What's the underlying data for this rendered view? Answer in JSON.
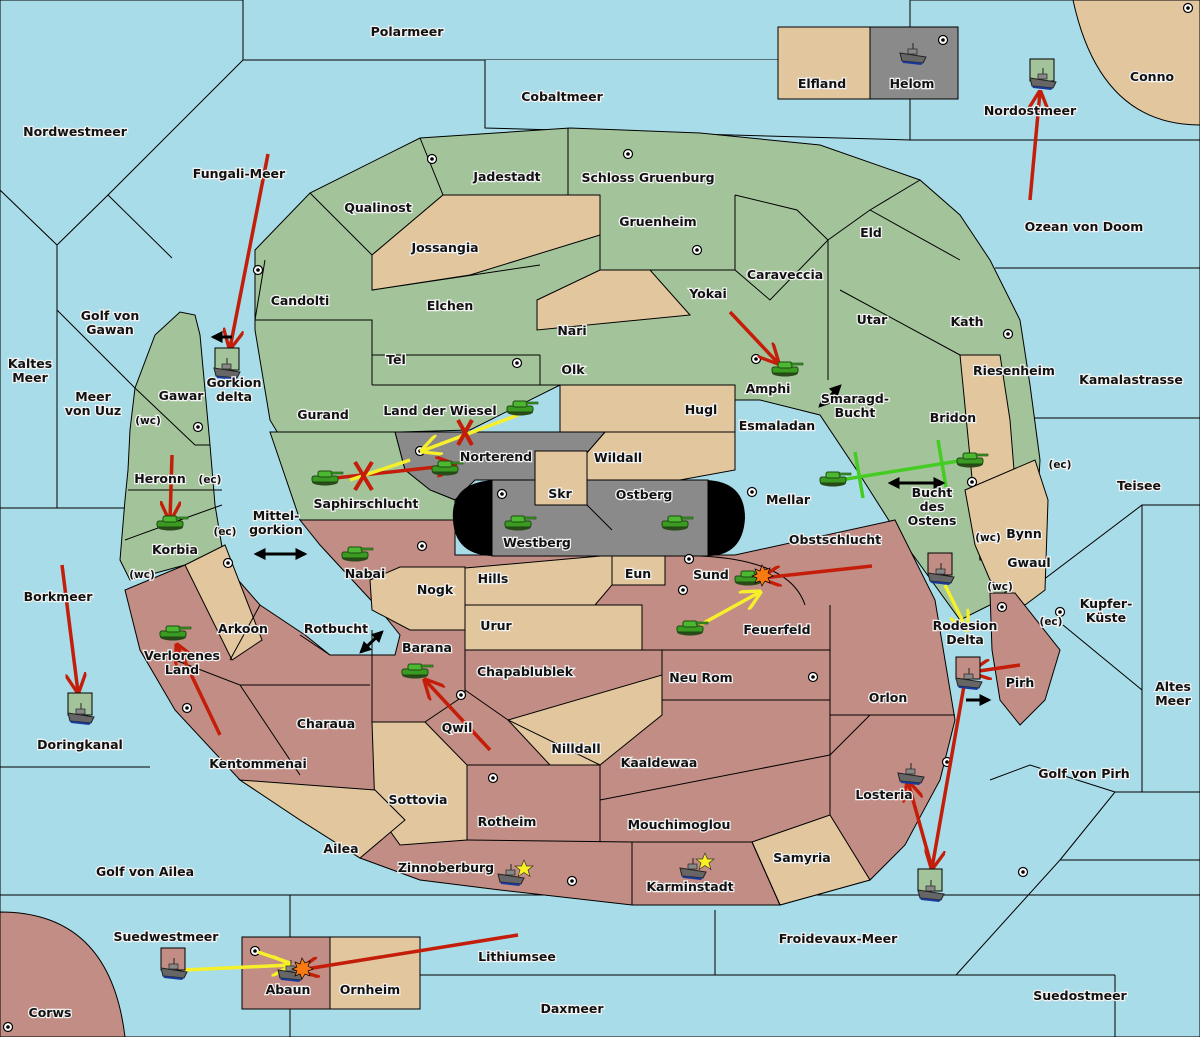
{
  "title": "Diplomacy-style game map",
  "colors": {
    "sea": "#a8dce8",
    "power_green": "#a3c49a",
    "power_red": "#c28d84",
    "neutral": "#e2c69e",
    "impassable": "#8a8a8a",
    "order_red": "#c41e0a",
    "order_yellow": "#f5f02a",
    "order_green": "#44cc22"
  },
  "seas": [
    {
      "id": "polarmeer",
      "name": "Polarmeer"
    },
    {
      "id": "cobaltmeer",
      "name": "Cobaltmeer"
    },
    {
      "id": "nordwestmeer",
      "name": "Nordwestmeer"
    },
    {
      "id": "fungali-meer",
      "name": "Fungali-Meer"
    },
    {
      "id": "nordostmeer",
      "name": "Nordostmeer"
    },
    {
      "id": "ozean-von-doom",
      "name": "Ozean von Doom"
    },
    {
      "id": "golf-von-gawan",
      "name": "Golf von\nGawan",
      "lines": [
        "Golf von",
        "Gawan"
      ]
    },
    {
      "id": "kaltes-meer",
      "name": "Kaltes Meer",
      "lines": [
        "Kaltes",
        "Meer"
      ]
    },
    {
      "id": "meer-von-uuz",
      "name": "Meer von Uuz",
      "lines": [
        "Meer",
        "von Uuz"
      ]
    },
    {
      "id": "gorkion-delta",
      "name": "Gorkion delta",
      "lines": [
        "Gorkion",
        "delta"
      ]
    },
    {
      "id": "mittel-gorkion",
      "name": "Mittel-gorkion",
      "lines": [
        "Mittel-",
        "gorkion"
      ]
    },
    {
      "id": "rotbucht",
      "name": "Rotbucht"
    },
    {
      "id": "borkmeer",
      "name": "Borkmeer"
    },
    {
      "id": "doringkanal",
      "name": "Doringkanal"
    },
    {
      "id": "golf-von-ailea",
      "name": "Golf von Ailea"
    },
    {
      "id": "suedwestmeer",
      "name": "Suedwestmeer"
    },
    {
      "id": "lithiumsee",
      "name": "Lithiumsee"
    },
    {
      "id": "daxmeer",
      "name": "Daxmeer"
    },
    {
      "id": "froidevaux-meer",
      "name": "Froidevaux-Meer"
    },
    {
      "id": "suedostmeer",
      "name": "Suedostmeer"
    },
    {
      "id": "golf-von-pirh",
      "name": "Golf von Pirh"
    },
    {
      "id": "altes-meer",
      "name": "Altes Meer",
      "lines": [
        "Altes",
        "Meer"
      ]
    },
    {
      "id": "kupfer-kueste",
      "name": "Kupfer-Küste",
      "lines": [
        "Kupfer-",
        "Küste"
      ]
    },
    {
      "id": "teisee",
      "name": "Teisee"
    },
    {
      "id": "kamalastrasse",
      "name": "Kamalastrasse"
    },
    {
      "id": "smaragd-bucht",
      "name": "Smaragd-Bucht",
      "lines": [
        "Smaragd-",
        "Bucht"
      ]
    },
    {
      "id": "bucht-des-ostens",
      "name": "Bucht des Ostens",
      "lines": [
        "Bucht",
        "des",
        "Ostens"
      ]
    },
    {
      "id": "rodesion-delta",
      "name": "Rodesion Delta",
      "lines": [
        "Rodesion",
        "Delta"
      ]
    }
  ],
  "territories": [
    {
      "id": "elfland",
      "name": "Elfland",
      "owner": "neutral"
    },
    {
      "id": "helom",
      "name": "Helom",
      "owner": "impassable"
    },
    {
      "id": "conno",
      "name": "Conno",
      "owner": "neutral"
    },
    {
      "id": "jadestadt",
      "name": "Jadestadt",
      "owner": "green"
    },
    {
      "id": "schloss-gruenburg",
      "name": "Schloss Gruenburg",
      "owner": "green"
    },
    {
      "id": "qualinost",
      "name": "Qualinost",
      "owner": "green"
    },
    {
      "id": "jossangia",
      "name": "Jossangia",
      "owner": "neutral"
    },
    {
      "id": "gruenheim",
      "name": "Gruenheim",
      "owner": "green"
    },
    {
      "id": "eld",
      "name": "Eld",
      "owner": "green"
    },
    {
      "id": "caraveccia",
      "name": "Caraveccia",
      "owner": "green"
    },
    {
      "id": "candolti",
      "name": "Candolti",
      "owner": "green"
    },
    {
      "id": "elchen",
      "name": "Elchen",
      "owner": "green"
    },
    {
      "id": "yokai",
      "name": "Yokai",
      "owner": "green"
    },
    {
      "id": "nari",
      "name": "Nari",
      "owner": "neutral"
    },
    {
      "id": "utar",
      "name": "Utar",
      "owner": "green"
    },
    {
      "id": "kath",
      "name": "Kath",
      "owner": "green"
    },
    {
      "id": "tel",
      "name": "Tel",
      "owner": "green"
    },
    {
      "id": "olk",
      "name": "Olk",
      "owner": "green"
    },
    {
      "id": "amphi",
      "name": "Amphi",
      "owner": "green"
    },
    {
      "id": "riesenheim",
      "name": "Riesenheim",
      "owner": "neutral"
    },
    {
      "id": "gawar",
      "name": "Gawar",
      "owner": "green"
    },
    {
      "id": "gurand",
      "name": "Gurand",
      "owner": "green"
    },
    {
      "id": "land-der-wiesel",
      "name": "Land der Wiesel",
      "owner": "green"
    },
    {
      "id": "hugl",
      "name": "Hugl",
      "owner": "neutral"
    },
    {
      "id": "esmaladan",
      "name": "Esmaladan",
      "owner": "green"
    },
    {
      "id": "bridon",
      "name": "Bridon",
      "owner": "green"
    },
    {
      "id": "norterend",
      "name": "Norterend",
      "owner": "impassable"
    },
    {
      "id": "wildall",
      "name": "Wildall",
      "owner": "neutral"
    },
    {
      "id": "heronn",
      "name": "Heronn",
      "owner": "green"
    },
    {
      "id": "saphirschlucht",
      "name": "Saphirschlucht",
      "owner": "green"
    },
    {
      "id": "skr",
      "name": "Skr",
      "owner": "neutral"
    },
    {
      "id": "ostberg",
      "name": "Ostberg",
      "owner": "impassable"
    },
    {
      "id": "mellar",
      "name": "Mellar",
      "owner": "green"
    },
    {
      "id": "korbia",
      "name": "Korbia",
      "owner": "green"
    },
    {
      "id": "westberg",
      "name": "Westberg",
      "owner": "impassable"
    },
    {
      "id": "nabai",
      "name": "Nabai",
      "owner": "red"
    },
    {
      "id": "obstschlucht",
      "name": "Obstschlucht",
      "owner": "red"
    },
    {
      "id": "bynn",
      "name": "Bynn",
      "owner": "neutral"
    },
    {
      "id": "gwaul",
      "name": "Gwaul",
      "owner": "neutral"
    },
    {
      "id": "hills",
      "name": "Hills",
      "owner": "neutral"
    },
    {
      "id": "nogk",
      "name": "Nogk",
      "owner": "neutral"
    },
    {
      "id": "eun",
      "name": "Eun",
      "owner": "neutral"
    },
    {
      "id": "sund",
      "name": "Sund",
      "owner": "red"
    },
    {
      "id": "arkoon",
      "name": "Arkoon",
      "owner": "neutral"
    },
    {
      "id": "urur",
      "name": "Urur",
      "owner": "neutral"
    },
    {
      "id": "feuerfeld",
      "name": "Feuerfeld",
      "owner": "red"
    },
    {
      "id": "verlorenes-land",
      "name": "Verlorenes Land",
      "owner": "red"
    },
    {
      "id": "barana",
      "name": "Barana",
      "owner": "red"
    },
    {
      "id": "chapablublek",
      "name": "Chapablublek",
      "owner": "red"
    },
    {
      "id": "neu-rom",
      "name": "Neu Rom",
      "owner": "red"
    },
    {
      "id": "pirh",
      "name": "Pirh",
      "owner": "red"
    },
    {
      "id": "orlon",
      "name": "Orlon",
      "owner": "red"
    },
    {
      "id": "charaua",
      "name": "Charaua",
      "owner": "red"
    },
    {
      "id": "qwil",
      "name": "Qwil",
      "owner": "red"
    },
    {
      "id": "nilldall",
      "name": "Nilldall",
      "owner": "neutral"
    },
    {
      "id": "kentommenai",
      "name": "Kentommenai",
      "owner": "red"
    },
    {
      "id": "kaaldewaa",
      "name": "Kaaldewaa",
      "owner": "red"
    },
    {
      "id": "sottovia",
      "name": "Sottovia",
      "owner": "neutral"
    },
    {
      "id": "losteria",
      "name": "Losteria",
      "owner": "red"
    },
    {
      "id": "rotheim",
      "name": "Rotheim",
      "owner": "red"
    },
    {
      "id": "mouchimoglou",
      "name": "Mouchimoglou",
      "owner": "red"
    },
    {
      "id": "ailea",
      "name": "Ailea",
      "owner": "neutral"
    },
    {
      "id": "samyria",
      "name": "Samyria",
      "owner": "neutral"
    },
    {
      "id": "zinnoberburg",
      "name": "Zinnoberburg",
      "owner": "red"
    },
    {
      "id": "karminstadt",
      "name": "Karminstadt",
      "owner": "red"
    },
    {
      "id": "abaun",
      "name": "Abaun",
      "owner": "red"
    },
    {
      "id": "ornheim",
      "name": "Ornheim",
      "owner": "neutral"
    },
    {
      "id": "corws",
      "name": "Corws",
      "owner": "red"
    }
  ],
  "coast_labels": {
    "wc": "(wc)",
    "ec": "(ec)"
  },
  "units": [
    {
      "type": "fleet",
      "owner": "impassable",
      "location": "Helom"
    },
    {
      "type": "fleet",
      "owner": "green",
      "location": "Nordostmeer"
    },
    {
      "type": "fleet",
      "owner": "green",
      "location": "Gorkion delta"
    },
    {
      "type": "fleet",
      "owner": "green",
      "location": "Doringkanal"
    },
    {
      "type": "fleet",
      "owner": "green",
      "location": "Froidevaux-Meer"
    },
    {
      "type": "fleet",
      "owner": "red",
      "location": "Bucht des Ostens"
    },
    {
      "type": "fleet",
      "owner": "red",
      "location": "Rodesion Delta"
    },
    {
      "type": "fleet",
      "owner": "red",
      "location": "Suedwestmeer"
    },
    {
      "type": "fleet",
      "owner": "red",
      "location": "Abaun",
      "dislodged": true
    },
    {
      "type": "fleet",
      "owner": "red",
      "location": "Losteria"
    },
    {
      "type": "fleet",
      "owner": "red",
      "location": "Zinnoberburg",
      "built": true
    },
    {
      "type": "fleet",
      "owner": "red",
      "location": "Karminstadt",
      "built": true
    },
    {
      "type": "army",
      "owner": "green",
      "location": "Amphi"
    },
    {
      "type": "army",
      "owner": "green",
      "location": "Land der Wiesel"
    },
    {
      "type": "army",
      "owner": "green",
      "location": "Norterend"
    },
    {
      "type": "army",
      "owner": "green",
      "location": "Saphirschlucht"
    },
    {
      "type": "army",
      "owner": "green",
      "location": "Korbia"
    },
    {
      "type": "army",
      "owner": "green",
      "location": "Mellar"
    },
    {
      "type": "army",
      "owner": "green",
      "location": "Bridon"
    },
    {
      "type": "army",
      "owner": "green",
      "location": "Westberg"
    },
    {
      "type": "army",
      "owner": "green",
      "location": "Ostberg"
    },
    {
      "type": "army",
      "owner": "green",
      "location": "Nabai"
    },
    {
      "type": "army",
      "owner": "green",
      "location": "Verlorenes Land"
    },
    {
      "type": "army",
      "owner": "green",
      "location": "Barana"
    },
    {
      "type": "army",
      "owner": "green",
      "location": "Sund",
      "dislodged": true
    },
    {
      "type": "army",
      "owner": "green",
      "location": "Feuerfeld"
    }
  ]
}
